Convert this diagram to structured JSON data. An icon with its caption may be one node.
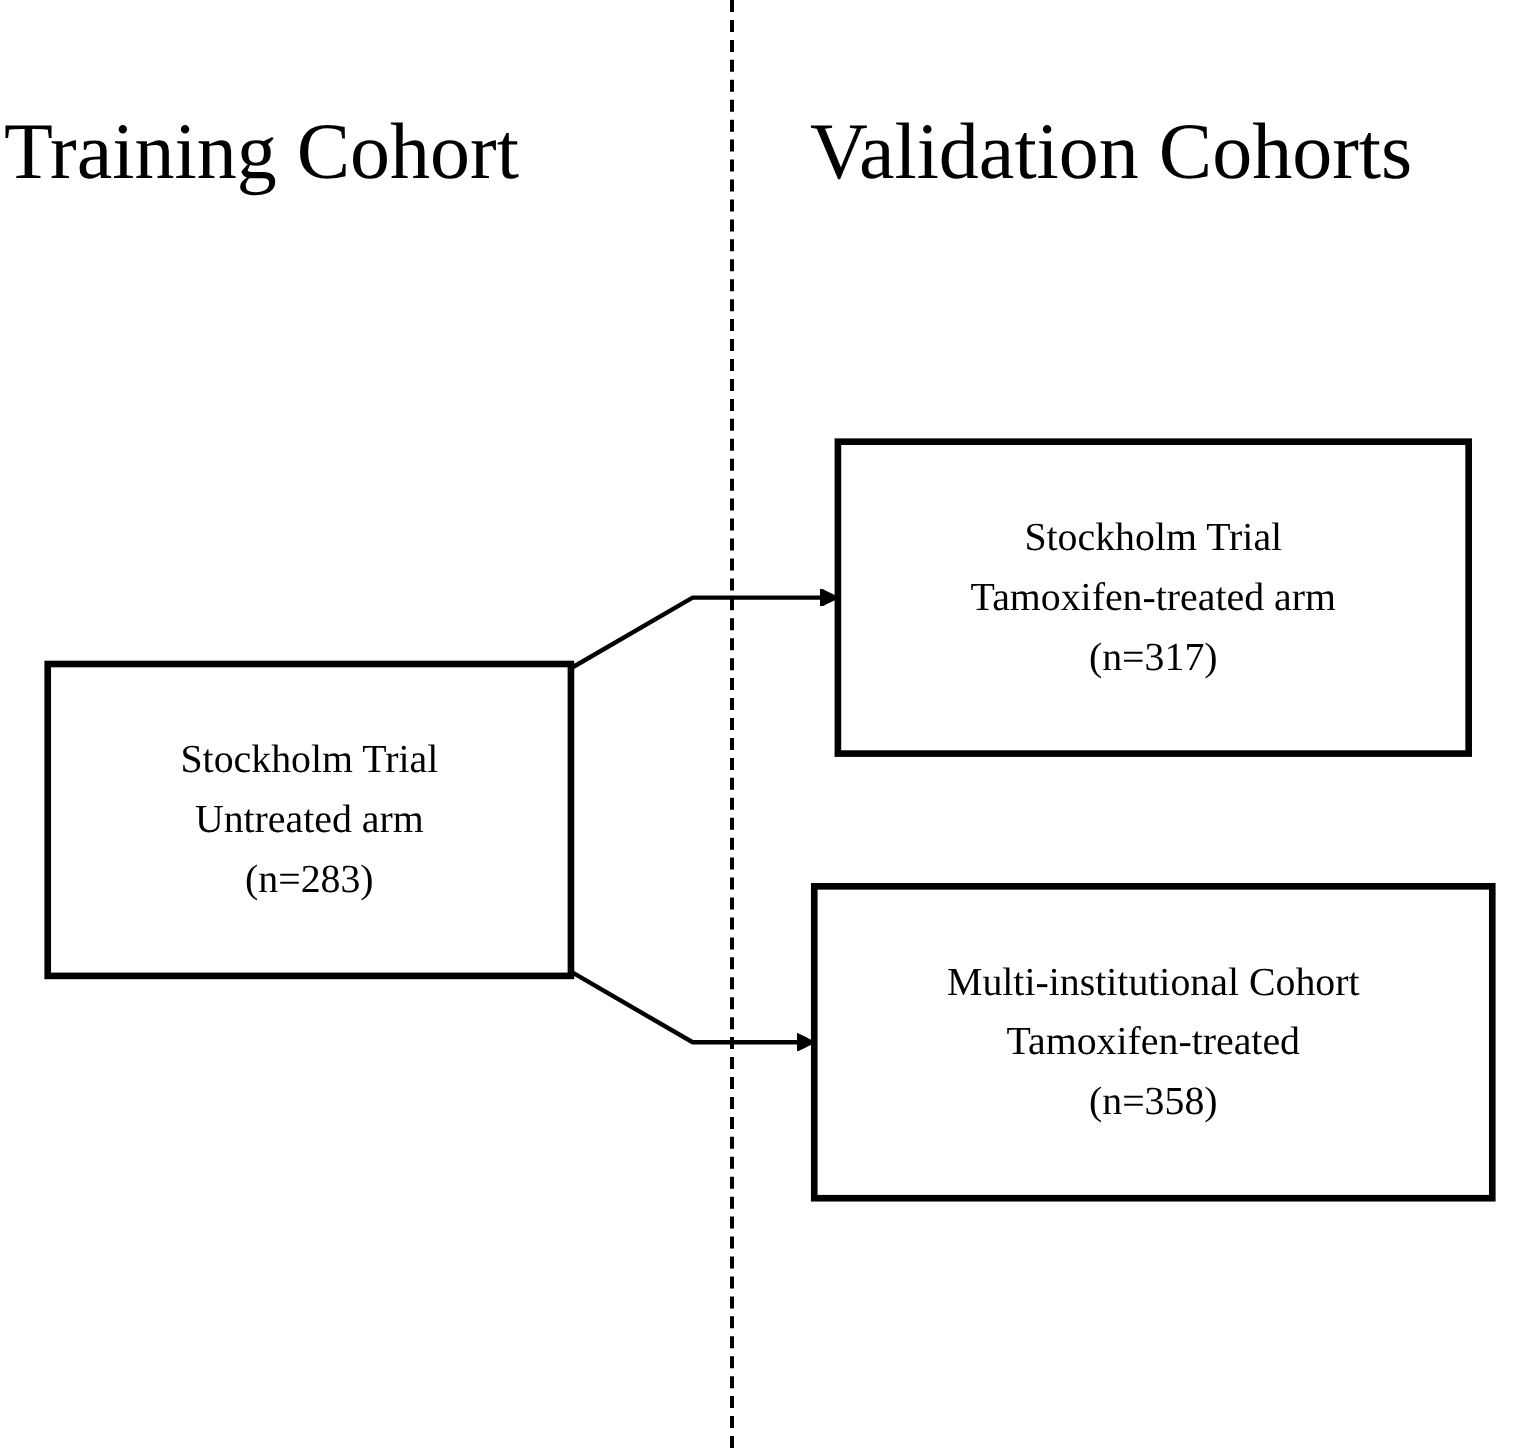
{
  "diagram": {
    "nodes": [
      {
        "text": [
          "Stockholm Trial",
          "Untreated arm",
          "(n=283)"
        ]
      },
      {
        "text": [
          "Stockholm Trial",
          "Tamoxifen-treated arm",
          "(n=317)"
        ]
      },
      {
        "text": [
          "Multi-institutional Cohort",
          "Tamoxifen-treated",
          "(n=358)"
        ]
      }
    ],
    "edges": [
      {
        "from": 0,
        "to": 1,
        "arrow": "to"
      },
      {
        "from": 0,
        "to": 2,
        "arrow": "to"
      }
    ],
    "labels": [
      "Training Cohort",
      "Validation Cohorts"
    ]
  }
}
